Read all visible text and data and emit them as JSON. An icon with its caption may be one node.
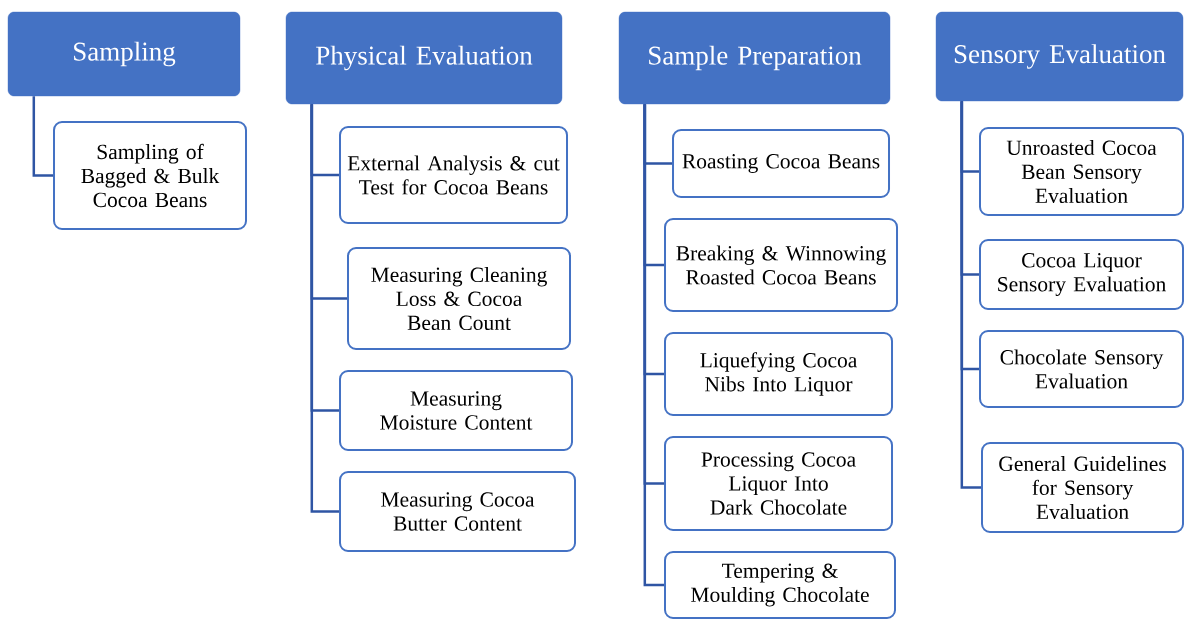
{
  "diagram": {
    "nodes": [
      {
        "text": [
          "Sampling"
        ]
      },
      {
        "text": [
          "Sampling of Bagged & Bulk Cocoa Beans"
        ]
      },
      {
        "text": [
          "Physical Evaluation"
        ]
      },
      {
        "text": [
          "External Analysis & cut Test for Cocoa Beans"
        ]
      },
      {
        "text": [
          "Measuring Cleaning Loss & Cocoa Bean Count"
        ]
      },
      {
        "text": [
          "Measuring Moisture Content"
        ]
      },
      {
        "text": [
          "Measuring Cocoa Butter Content"
        ]
      },
      {
        "text": [
          "Sample Preparation"
        ]
      },
      {
        "text": [
          "Roasting Cocoa Beans"
        ]
      },
      {
        "text": [
          "Breaking & Winnowing Roasted Cocoa Beans"
        ]
      },
      {
        "text": [
          "Liquefying Cocoa Nibs Into Liquor"
        ]
      },
      {
        "text": [
          "Processing Cocoa Liquor Into Dark Chocolate"
        ]
      },
      {
        "text": [
          "Tempering & Moulding Chocolate"
        ]
      },
      {
        "text": [
          "Sensory Evaluation"
        ]
      },
      {
        "text": [
          "Unroasted Cocoa Bean Sensory Evaluation"
        ]
      },
      {
        "text": [
          "Cocoa Liquor Sensory Evaluation"
        ]
      },
      {
        "text": [
          "Chocolate Sensory Evaluation"
        ]
      },
      {
        "text": [
          "General Guidelines for Sensory Evaluation"
        ]
      }
    ],
    "edges": [
      {
        "from": 0,
        "to": 1,
        "arrow": "none"
      },
      {
        "from": 2,
        "to": 3,
        "arrow": "none"
      },
      {
        "from": 2,
        "to": 4,
        "arrow": "none"
      },
      {
        "from": 2,
        "to": 5,
        "arrow": "none"
      },
      {
        "from": 2,
        "to": 6,
        "arrow": "none"
      },
      {
        "from": 7,
        "to": 8,
        "arrow": "none"
      },
      {
        "from": 7,
        "to": 9,
        "arrow": "none"
      },
      {
        "from": 7,
        "to": 10,
        "arrow": "none"
      },
      {
        "from": 7,
        "to": 11,
        "arrow": "none"
      },
      {
        "from": 7,
        "to": 12,
        "arrow": "none"
      },
      {
        "from": 13,
        "to": 14,
        "arrow": "none"
      },
      {
        "from": 13,
        "to": 15,
        "arrow": "none"
      },
      {
        "from": 13,
        "to": 16,
        "arrow": "none"
      },
      {
        "from": 13,
        "to": 17,
        "arrow": "none"
      }
    ]
  }
}
